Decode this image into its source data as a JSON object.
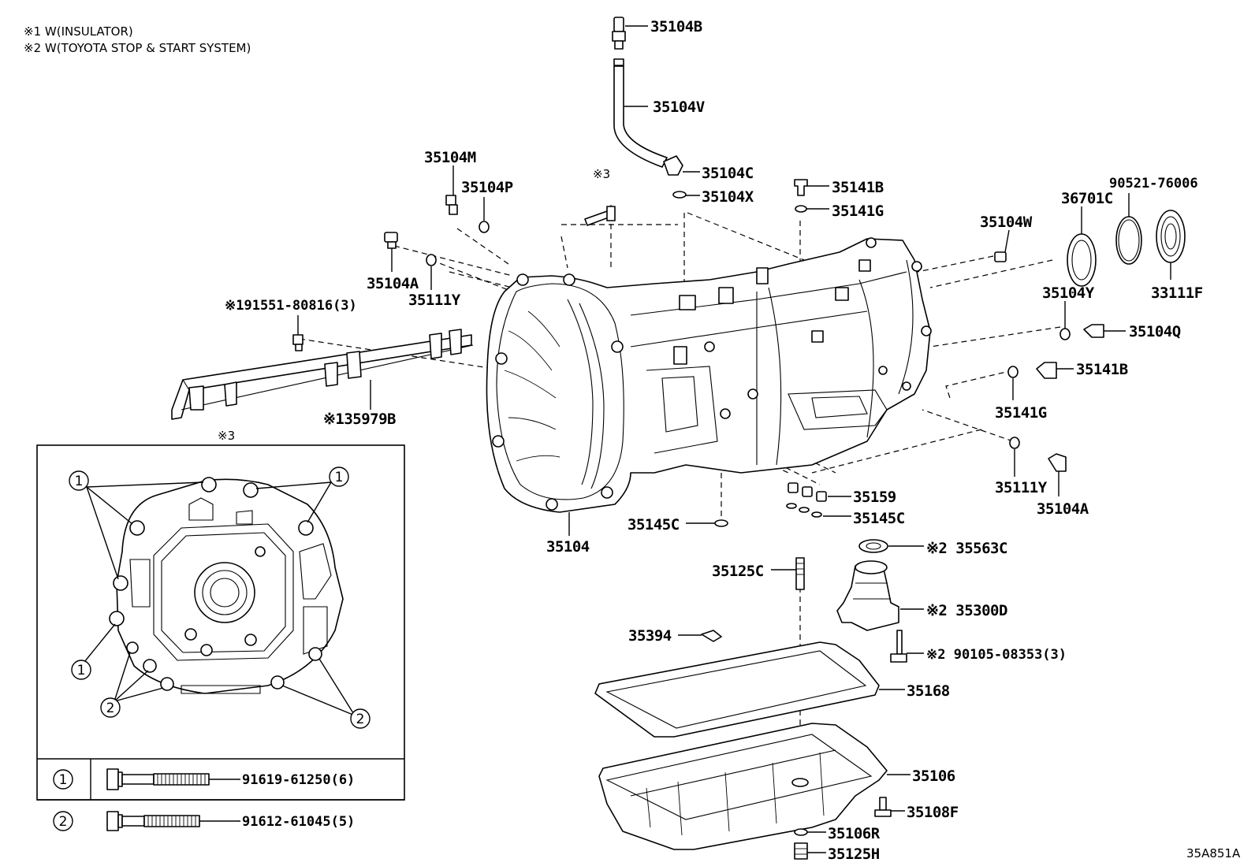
{
  "notes": [
    "※1 W(INSULATOR)",
    "※2 W(TOYOTA STOP & START SYSTEM)"
  ],
  "part_labels": {
    "p35104B": "35104B",
    "p35104V": "35104V",
    "p35104C": "35104C",
    "p35104X": "35104X",
    "p35104M": "35104M",
    "p35104P": "35104P",
    "mark3_top": "※3",
    "p35141B_top": "35141B",
    "p35141G_top": "35141G",
    "p90521": "90521-76006",
    "p36701C": "36701C",
    "p35104W": "35104W",
    "p35104A_left": "35104A",
    "p35111Y_left": "35111Y",
    "p91551": "※191551-80816(3)",
    "p35104Y": "35104Y",
    "p35104Q": "35104Q",
    "p33111F": "33111F",
    "p35141B_right": "35141B",
    "p35141G_right": "35141G",
    "p35979B": "※135979B",
    "mark3_left": "※3",
    "p35111Y_right": "35111Y",
    "p35104A_right": "35104A",
    "p35159": "35159",
    "p35145C_right": "35145C",
    "p35145C_left": "35145C",
    "p35104": "35104",
    "p35563C": "※2 35563C",
    "p35125C": "35125C",
    "p35300D": "※2 35300D",
    "p35394": "35394",
    "p90105": "※2 90105-08353(3)",
    "p35168": "35168",
    "p35106": "35106",
    "p35108F": "35108F",
    "p35106R": "35106R",
    "p35125H": "35125H"
  },
  "inset": {
    "callout_1": "1",
    "callout_2": "2",
    "legend": [
      {
        "key": "1",
        "part": "91619-61250(6)"
      },
      {
        "key": "2",
        "part": "91612-61045(5)"
      }
    ]
  },
  "drawing_id": "35A851A"
}
